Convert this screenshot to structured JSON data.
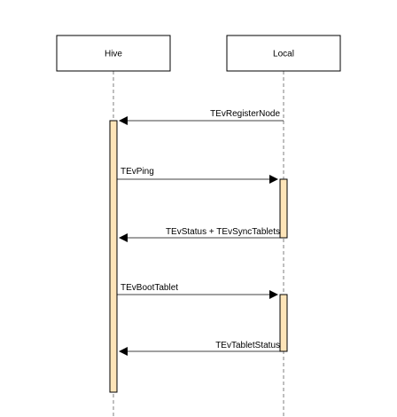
{
  "diagram": {
    "participants": [
      {
        "id": "hive",
        "label": "Hive"
      },
      {
        "id": "local",
        "label": "Local"
      }
    ],
    "messages": [
      {
        "label": "TEvRegisterNode",
        "from": "local",
        "to": "hive"
      },
      {
        "label": "TEvPing",
        "from": "hive",
        "to": "local"
      },
      {
        "label": "TEvStatus + TEvSyncTablets",
        "from": "local",
        "to": "hive"
      },
      {
        "label": "TEvBootTablet",
        "from": "hive",
        "to": "local"
      },
      {
        "label": "TEvTabletStatus",
        "from": "local",
        "to": "hive"
      }
    ]
  },
  "colors": {
    "activation_fill": "#fde4b8",
    "lifeline": "#7f7f7f",
    "line": "#000000"
  }
}
